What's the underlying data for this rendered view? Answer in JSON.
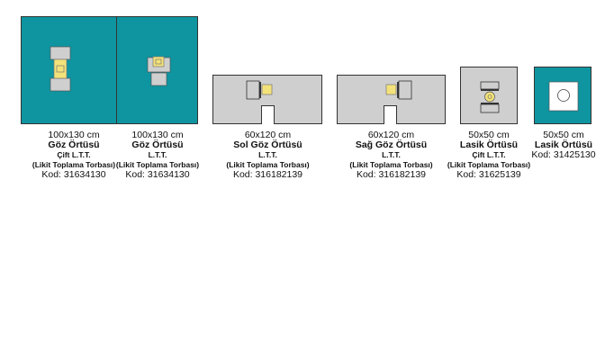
{
  "colors": {
    "teal": "#0e95a0",
    "grey": "#cfcfcf",
    "yellow": "#f3e27a"
  },
  "products": [
    {
      "size": "100x130 cm",
      "name": "Göz Örtüsü",
      "line3": "Çift L.T.T.",
      "line4": "(Likit Toplama Torbası)",
      "code": "Kod: 31634130"
    },
    {
      "size": "100x130 cm",
      "name": "Göz Örtüsü",
      "line3": "L.T.T.",
      "line4": "(Likit Toplama Torbası)",
      "code": "Kod: 31634130"
    },
    {
      "size": "60x120 cm",
      "name": "Sol Göz Örtüsü",
      "line3": "L.T.T.",
      "line4": "(Likit Toplama Torbası)",
      "code": "Kod: 316182139"
    },
    {
      "size": "60x120 cm",
      "name": "Sağ Göz Örtüsü",
      "line3": "L.T.T.",
      "line4": "(Likit Toplama Torbası)",
      "code": "Kod: 316182139"
    },
    {
      "size": "50x50 cm",
      "name": "Lasik Örtüsü",
      "line3": "Çift L.T.T.",
      "line4": "(Likit Toplama Torbası)",
      "code": "Kod: 31625139"
    },
    {
      "size": "50x50 cm",
      "name": "Lasik Örtüsü",
      "code": "Kod: 31425130"
    }
  ]
}
